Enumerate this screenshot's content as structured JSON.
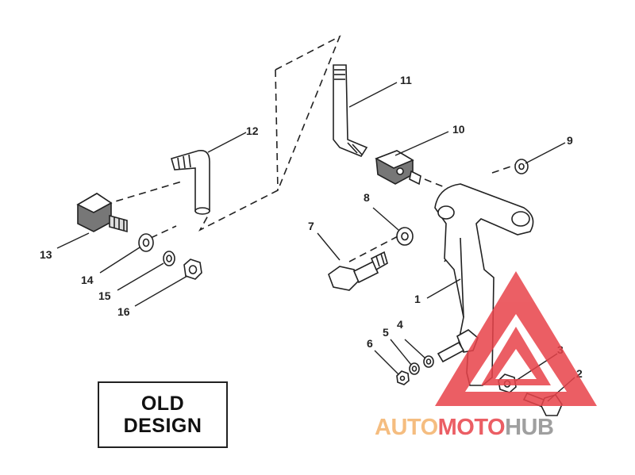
{
  "diagram": {
    "note_line1": "OLD",
    "note_line2": "DESIGN",
    "callouts": {
      "p1": "1",
      "p2": "2",
      "p3": "3",
      "p4": "4",
      "p5": "5",
      "p6": "6",
      "p7": "7",
      "p8": "8",
      "p9": "9",
      "p10": "10",
      "p11": "11",
      "p12": "12",
      "p13": "13",
      "p14": "14",
      "p15": "15",
      "p16": "16"
    }
  },
  "watermark": {
    "part1": "AUTO",
    "part2": "MOTO",
    "part3": "HUB",
    "colors": {
      "orange": "#f4b26a",
      "red": "#e8434a",
      "gray": "#8f8f8f",
      "triangle": "#e8434a"
    }
  }
}
